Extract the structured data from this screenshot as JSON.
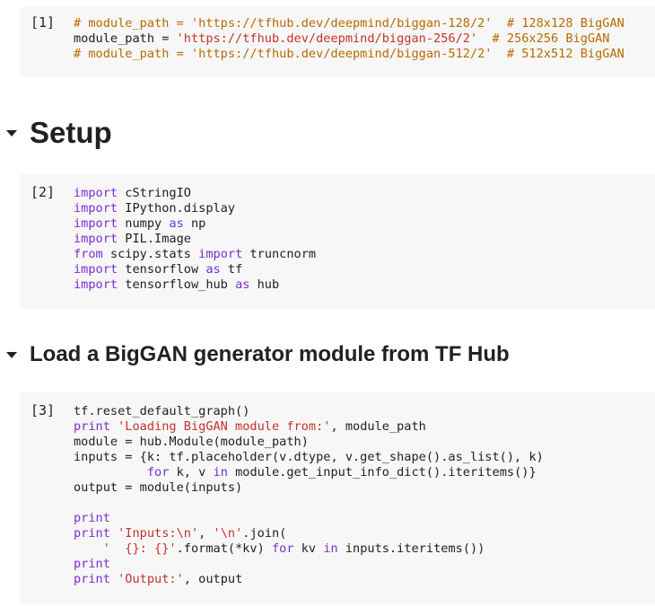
{
  "cells": [
    {
      "prompt": "[1]",
      "lines": [
        [
          {
            "t": "# module_path = 'https://tfhub.dev/deepmind/biggan-128/2'  # 128x128 BigGAN",
            "c": "cm"
          }
        ],
        [
          {
            "t": "module_path = ",
            "c": ""
          },
          {
            "t": "'https://tfhub.dev/deepmind/biggan-256/2'",
            "c": "str"
          },
          {
            "t": "  # 256x256 BigGAN",
            "c": "cm"
          }
        ],
        [
          {
            "t": "# module_path = 'https://tfhub.dev/deepmind/biggan-512/2'  # 512x512 BigGAN",
            "c": "cm"
          }
        ]
      ]
    },
    {
      "prompt": "[2]",
      "lines": [
        [
          {
            "t": "import",
            "c": "kw"
          },
          {
            "t": " cStringIO",
            "c": ""
          }
        ],
        [
          {
            "t": "import",
            "c": "kw"
          },
          {
            "t": " IPython.display",
            "c": ""
          }
        ],
        [
          {
            "t": "import",
            "c": "kw"
          },
          {
            "t": " numpy ",
            "c": ""
          },
          {
            "t": "as",
            "c": "kw"
          },
          {
            "t": " np",
            "c": ""
          }
        ],
        [
          {
            "t": "import",
            "c": "kw"
          },
          {
            "t": " PIL.Image",
            "c": ""
          }
        ],
        [
          {
            "t": "from",
            "c": "kw"
          },
          {
            "t": " scipy.stats ",
            "c": ""
          },
          {
            "t": "import",
            "c": "kw"
          },
          {
            "t": " truncnorm",
            "c": ""
          }
        ],
        [
          {
            "t": "import",
            "c": "kw"
          },
          {
            "t": " tensorflow ",
            "c": ""
          },
          {
            "t": "as",
            "c": "kw"
          },
          {
            "t": " tf",
            "c": ""
          }
        ],
        [
          {
            "t": "import",
            "c": "kw"
          },
          {
            "t": " tensorflow_hub ",
            "c": ""
          },
          {
            "t": "as",
            "c": "kw"
          },
          {
            "t": " hub",
            "c": ""
          }
        ]
      ]
    },
    {
      "prompt": "[3]",
      "lines": [
        [
          {
            "t": "tf.reset_default_graph()",
            "c": ""
          }
        ],
        [
          {
            "t": "print",
            "c": "kw"
          },
          {
            "t": " ",
            "c": ""
          },
          {
            "t": "'Loading BigGAN module from:'",
            "c": "str"
          },
          {
            "t": ", module_path",
            "c": ""
          }
        ],
        [
          {
            "t": "module = hub.Module(module_path)",
            "c": ""
          }
        ],
        [
          {
            "t": "inputs = {k: tf.placeholder(v.dtype, v.get_shape().as_list(), k)",
            "c": ""
          }
        ],
        [
          {
            "t": "          ",
            "c": ""
          },
          {
            "t": "for",
            "c": "kw"
          },
          {
            "t": " k, v ",
            "c": ""
          },
          {
            "t": "in",
            "c": "kw"
          },
          {
            "t": " module.get_input_info_dict().iteritems()}",
            "c": ""
          }
        ],
        [
          {
            "t": "output = module(inputs)",
            "c": ""
          }
        ],
        [
          {
            "t": "",
            "c": ""
          }
        ],
        [
          {
            "t": "print",
            "c": "kw"
          }
        ],
        [
          {
            "t": "print",
            "c": "kw"
          },
          {
            "t": " ",
            "c": ""
          },
          {
            "t": "'Inputs:\\n'",
            "c": "str"
          },
          {
            "t": ", ",
            "c": ""
          },
          {
            "t": "'\\n'",
            "c": "str"
          },
          {
            "t": ".join(",
            "c": ""
          }
        ],
        [
          {
            "t": "    ",
            "c": ""
          },
          {
            "t": "'  {}: {}'",
            "c": "str"
          },
          {
            "t": ".format(*kv) ",
            "c": ""
          },
          {
            "t": "for",
            "c": "kw"
          },
          {
            "t": " kv ",
            "c": ""
          },
          {
            "t": "in",
            "c": "kw"
          },
          {
            "t": " inputs.iteritems())",
            "c": ""
          }
        ],
        [
          {
            "t": "print",
            "c": "kw"
          }
        ],
        [
          {
            "t": "print",
            "c": "kw"
          },
          {
            "t": " ",
            "c": ""
          },
          {
            "t": "'Output:'",
            "c": "str"
          },
          {
            "t": ", output",
            "c": ""
          }
        ]
      ]
    }
  ],
  "headings": {
    "setup": "Setup",
    "load": "Load a BigGAN generator module from TF Hub"
  }
}
